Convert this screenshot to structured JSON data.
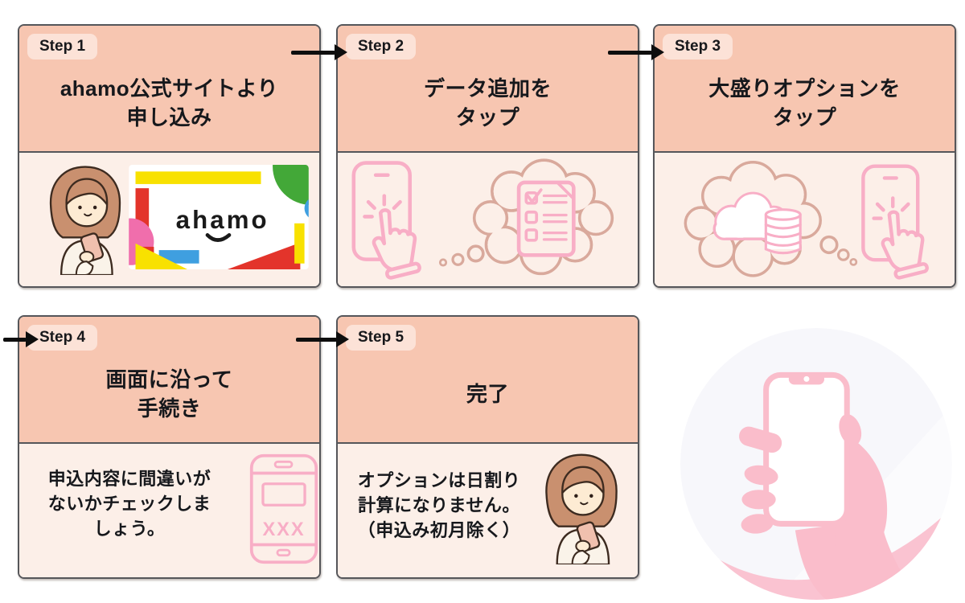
{
  "page": {
    "background": "#ffffff"
  },
  "colors": {
    "card_border": "#55565a",
    "header_bg": "#f7c6b1",
    "body_bg": "#fcefe8",
    "badge_bg": "#fce2d7",
    "title_text": "#16181c",
    "arrow": "#0e0e0e",
    "pink_outline": "#f8aec6",
    "thought_bubble_outline": "#d9a99c",
    "decorative_circle_bg": "#f7f7fb",
    "hand_pink": "#fabdcb",
    "ahamo_yellow": "#f8e100",
    "ahamo_green": "#43a838",
    "ahamo_blue": "#3f9fe0",
    "ahamo_red": "#e3342b",
    "ahamo_pink": "#f06eac"
  },
  "steps": [
    {
      "badge": "Step 1",
      "title_line1": "ahamo公式サイトより",
      "title_line2": "申し込み"
    },
    {
      "badge": "Step 2",
      "title_line1": "データ追加を",
      "title_line2": "タップ"
    },
    {
      "badge": "Step 3",
      "title_line1": "大盛りオプションを",
      "title_line2": "タップ"
    },
    {
      "badge": "Step 4",
      "title_line1": "画面に沿って",
      "title_line2": "手続き",
      "body_line1": "申込内容に間違いが",
      "body_line2": "ないかチェックしま",
      "body_line3": "しょう。",
      "phone_label": "XXX"
    },
    {
      "badge": "Step 5",
      "title_line1": "完了",
      "body_line1": "オプションは日割り",
      "body_line2": "計算になりません。",
      "body_line3": "（申込み初月除く）"
    }
  ],
  "logo": {
    "text": "ahamo"
  },
  "icons": [
    "arrow-right-icon",
    "woman-with-phone-illustration",
    "ahamo-card-illustration",
    "phone-tap-icon",
    "thought-bubble-checklist-icon",
    "thought-bubble-data-icon",
    "phone-xxx-icon",
    "hand-holding-phone-icon"
  ]
}
